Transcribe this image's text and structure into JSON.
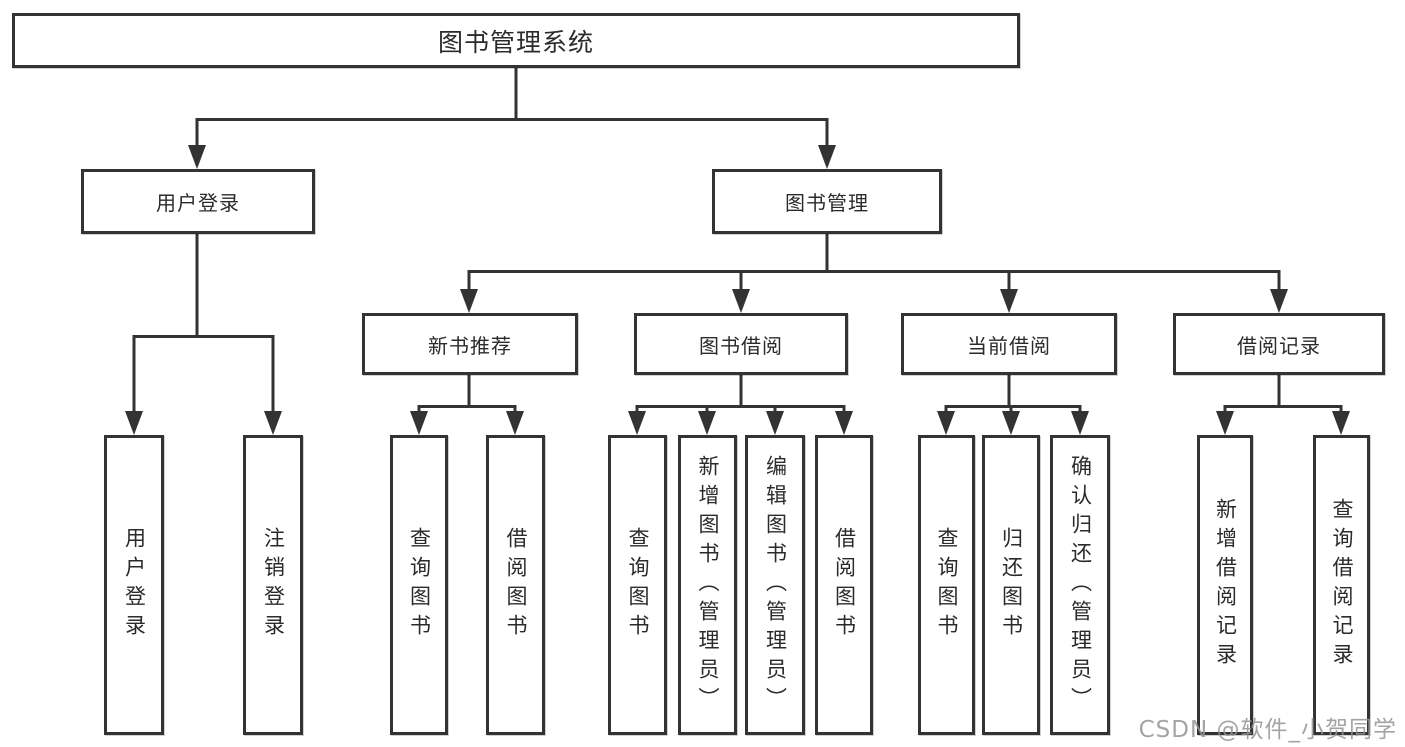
{
  "diagram": {
    "watermark": "CSDN @软件_小贺同学",
    "colors": {
      "line": "#333333",
      "box_border": "#333333",
      "box_fill": "#ffffff",
      "text": "#2b2b2b",
      "watermark": "#949494"
    },
    "tree": {
      "label": "图书管理系统",
      "children": [
        {
          "label": "用户登录",
          "children": [
            {
              "label": "用户登录"
            },
            {
              "label": "注销登录"
            }
          ]
        },
        {
          "label": "图书管理",
          "children": [
            {
              "label": "新书推荐",
              "children": [
                {
                  "label": "查询图书"
                },
                {
                  "label": "借阅图书"
                }
              ]
            },
            {
              "label": "图书借阅",
              "children": [
                {
                  "label": "查询图书"
                },
                {
                  "label": "新增图书（管理员）"
                },
                {
                  "label": "编辑图书（管理员）"
                },
                {
                  "label": "借阅图书"
                }
              ]
            },
            {
              "label": "当前借阅",
              "children": [
                {
                  "label": "查询图书"
                },
                {
                  "label": "归还图书"
                },
                {
                  "label": "确认归还（管理员）"
                }
              ]
            },
            {
              "label": "借阅记录",
              "children": [
                {
                  "label": "新增借阅记录"
                },
                {
                  "label": "查询借阅记录"
                }
              ]
            }
          ]
        }
      ]
    }
  }
}
